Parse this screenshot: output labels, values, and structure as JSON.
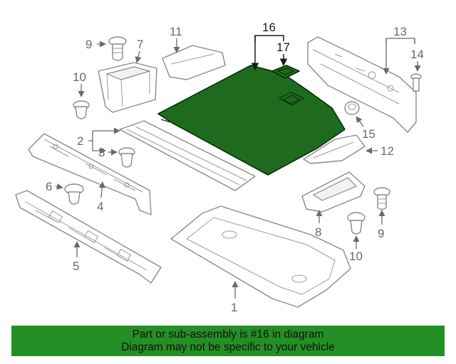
{
  "highlight_color": "#1e6b1e",
  "banner_color": "#248f24",
  "banner": {
    "line1": "Part or sub-assembly is #16 in diagram",
    "line2": "Diagram may not be specific to your vehicle"
  },
  "callouts": {
    "c1": "1",
    "c2": "2",
    "c3": "3",
    "c4": "4",
    "c5": "5",
    "c6": "6",
    "c7": "7",
    "c8": "8",
    "c9a": "9",
    "c9b": "9",
    "c10a": "10",
    "c10b": "10",
    "c11": "11",
    "c12": "12",
    "c13": "13",
    "c14": "14",
    "c15": "15",
    "c16": "16",
    "c17": "17"
  }
}
